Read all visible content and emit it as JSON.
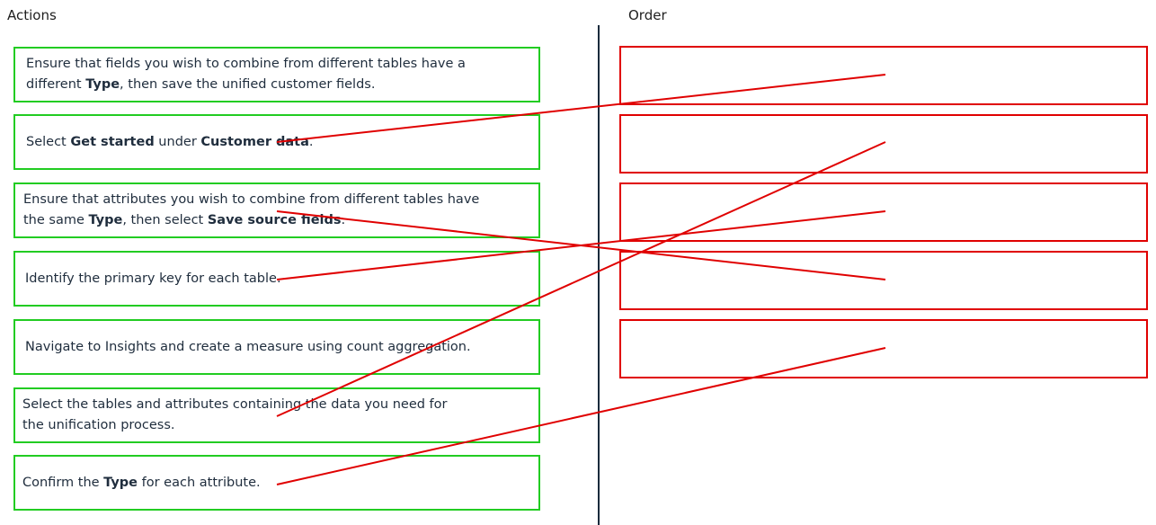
{
  "headings": {
    "actions": "Actions",
    "order": "Order"
  },
  "actions": [
    {
      "parts": [
        "Ensure that fields you wish to combine from different tables have a different ",
        "Type",
        ", then save the unified customer fields."
      ]
    },
    {
      "parts": [
        "Select ",
        "Get started",
        " under ",
        "Customer data",
        "."
      ]
    },
    {
      "parts": [
        "Ensure that attributes you wish to combine from different tables have the same ",
        "Type",
        ", then select ",
        "Save source fields",
        "."
      ]
    },
    {
      "parts": [
        "Identify the primary key for each table."
      ]
    },
    {
      "parts": [
        "Navigate to Insights and create a measure using count aggregation."
      ]
    },
    {
      "parts": [
        "Select the tables and attributes containing the data you need for the unification process."
      ]
    },
    {
      "parts": [
        "Confirm the ",
        "Type",
        " for each attribute."
      ]
    }
  ],
  "order_slot_count": 5,
  "colors": {
    "action_border": "#22cc22",
    "order_border": "#e00000",
    "connector": "#e00000",
    "divider": "#1a2b3c"
  }
}
